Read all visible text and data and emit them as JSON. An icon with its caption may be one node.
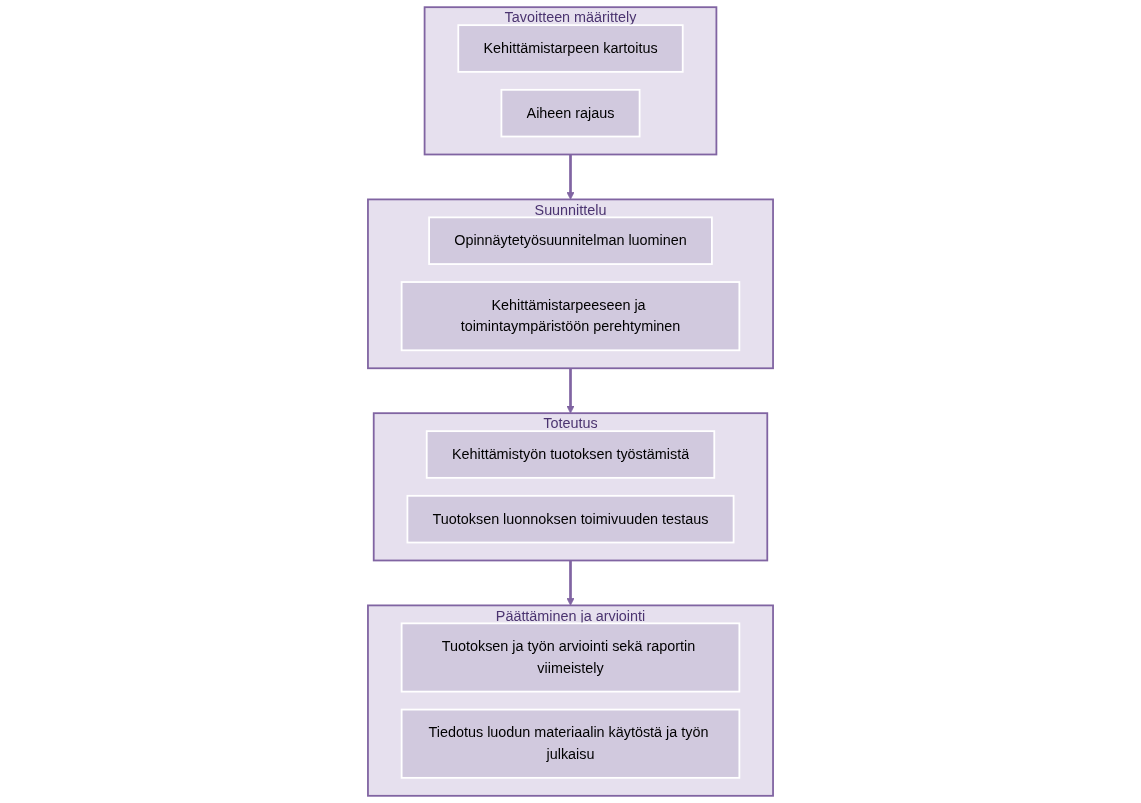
{
  "diagram": {
    "nodes": [
      {
        "text": [
          "Tavoitteen määrittely"
        ]
      },
      {
        "text": [
          "Kehittämistarpeen kartoitus"
        ],
        "in": 0
      },
      {
        "text": [
          "Aiheen rajaus"
        ],
        "in": 0
      },
      {
        "text": [
          "Suunnittelu"
        ]
      },
      {
        "text": [
          "Opinnäytetyösuunnitelman luominen"
        ],
        "in": 3
      },
      {
        "text": [
          "Kehittämistarpeeseen ja toimintaympäristöön perehtyminen"
        ],
        "in": 3
      },
      {
        "text": [
          "Toteutus"
        ]
      },
      {
        "text": [
          "Kehittämistyön tuotoksen työstämistä"
        ],
        "in": 6
      },
      {
        "text": [
          "Tuotoksen luonnoksen toimivuuden testaus"
        ],
        "in": 6
      },
      {
        "text": [
          "Päättäminen ja arviointi"
        ]
      },
      {
        "text": [
          "Tuotoksen ja työn arviointi sekä raportin viimeistely"
        ],
        "in": 9
      },
      {
        "text": [
          "Tiedotus luodun materiaalin käytöstä ja työn julkaisu"
        ],
        "in": 9
      }
    ],
    "edges": [
      {
        "from": 0,
        "to": 3,
        "arrow": "to"
      },
      {
        "from": 3,
        "to": 6,
        "arrow": "to"
      },
      {
        "from": 6,
        "to": 9,
        "arrow": "to"
      }
    ]
  }
}
